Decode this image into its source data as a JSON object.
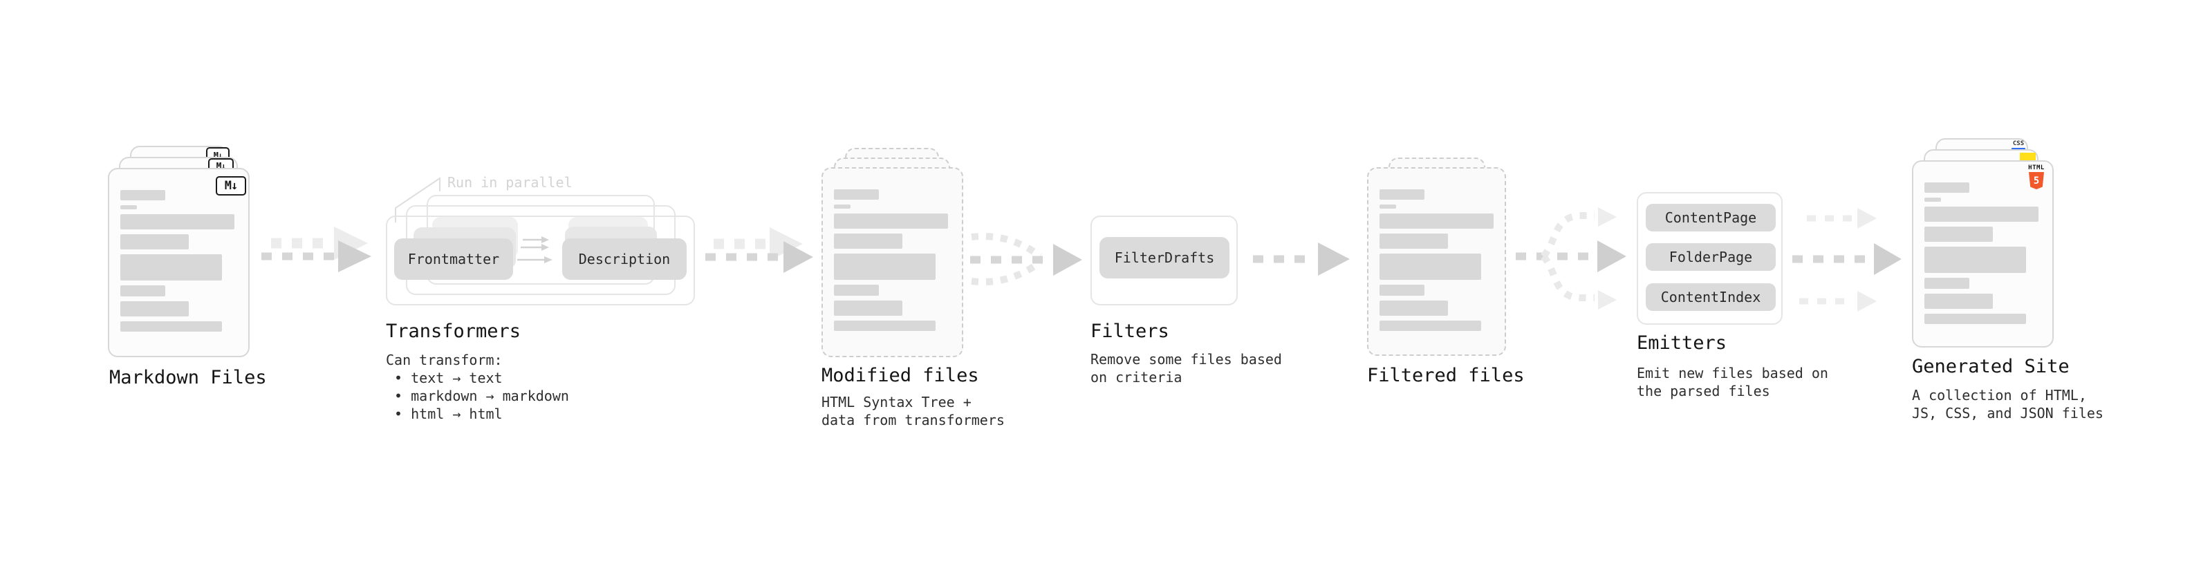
{
  "palette": {
    "background": "#ffffff",
    "card_border": "#d7d7d7",
    "dashed_border": "#cdcdcd",
    "skeleton_bar": "#d8d8d8",
    "pill_fill": "#dbdbdb",
    "box_border": "#e5e5e5",
    "arrow_dark": "#cfcfcf",
    "arrow_light": "#ececec",
    "heading_text": "#151515",
    "caption_text": "#2e2e2e",
    "note_text": "#d3d3d3",
    "html5_orange": "#f1592a",
    "js_yellow": "#ffdf1b",
    "css_blue": "#2e6df6"
  },
  "stages": {
    "markdown_files": {
      "label": "Markdown Files",
      "badge": "M↓"
    },
    "transformers": {
      "label": "Transformers",
      "parallel_note": "Run in parallel",
      "source_pill": "Frontmatter",
      "target_pill": "Description",
      "caption": "Can transform:\n • text → text\n • markdown → markdown\n • html → html"
    },
    "modified_files": {
      "label": "Modified files",
      "caption": "HTML Syntax Tree +\ndata from transformers"
    },
    "filters": {
      "label": "Filters",
      "pill": "FilterDrafts",
      "caption": "Remove some files based\non criteria"
    },
    "filtered_files": {
      "label": "Filtered files"
    },
    "emitters": {
      "label": "Emitters",
      "pills": [
        "ContentPage",
        "FolderPage",
        "ContentIndex"
      ],
      "caption": "Emit new files based on\nthe parsed files"
    },
    "generated_site": {
      "label": "Generated Site",
      "caption": "A collection of HTML,\nJS, CSS, and JSON files",
      "badges": {
        "css_label": "CSS",
        "html_label": "HTML",
        "html_number": "5"
      }
    }
  },
  "file_skeleton": {
    "bars": [
      [
        65,
        15
      ],
      [
        24,
        6
      ],
      [
        165,
        22
      ],
      [
        99,
        22
      ],
      [
        147,
        38
      ],
      [
        65,
        16
      ],
      [
        99,
        22
      ],
      [
        147,
        15
      ]
    ],
    "gap": 7
  }
}
